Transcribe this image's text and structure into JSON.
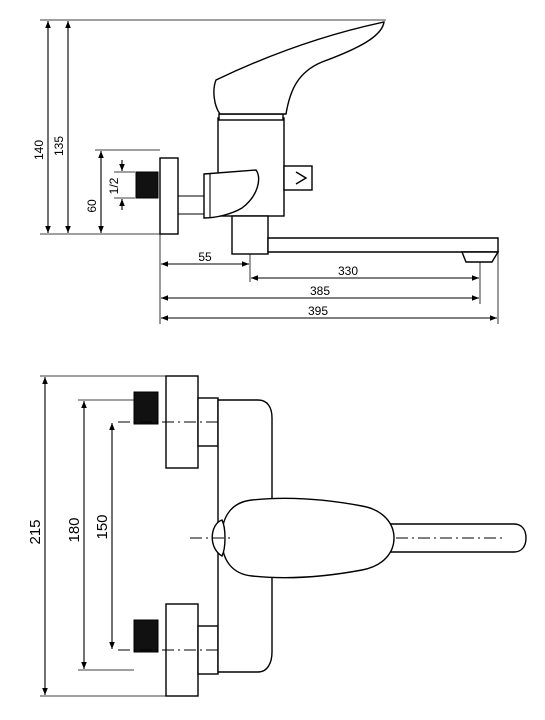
{
  "side_view": {
    "dim_140": "140",
    "dim_135": "135",
    "dim_60": "60",
    "dim_thread": "1/2",
    "dim_55": "55",
    "dim_330": "330",
    "dim_385": "385",
    "dim_395": "395"
  },
  "top_view": {
    "dim_215": "215",
    "dim_180": "180",
    "dim_150": "150"
  }
}
